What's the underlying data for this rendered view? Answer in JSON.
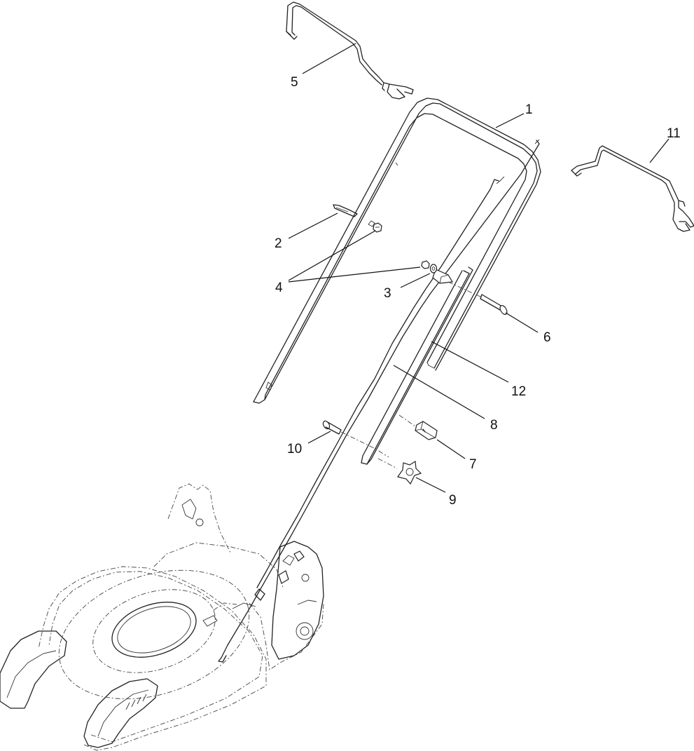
{
  "diagram": {
    "callouts": [
      {
        "id": "1",
        "label": "1"
      },
      {
        "id": "2",
        "label": "2"
      },
      {
        "id": "3",
        "label": "3"
      },
      {
        "id": "4",
        "label": "4"
      },
      {
        "id": "5",
        "label": "5"
      },
      {
        "id": "6",
        "label": "6"
      },
      {
        "id": "7",
        "label": "7"
      },
      {
        "id": "8",
        "label": "8"
      },
      {
        "id": "9",
        "label": "9"
      },
      {
        "id": "10",
        "label": "10"
      },
      {
        "id": "11",
        "label": "11"
      },
      {
        "id": "12",
        "label": "12"
      }
    ],
    "colors": {
      "line": "#222222",
      "background": "#ffffff"
    }
  }
}
